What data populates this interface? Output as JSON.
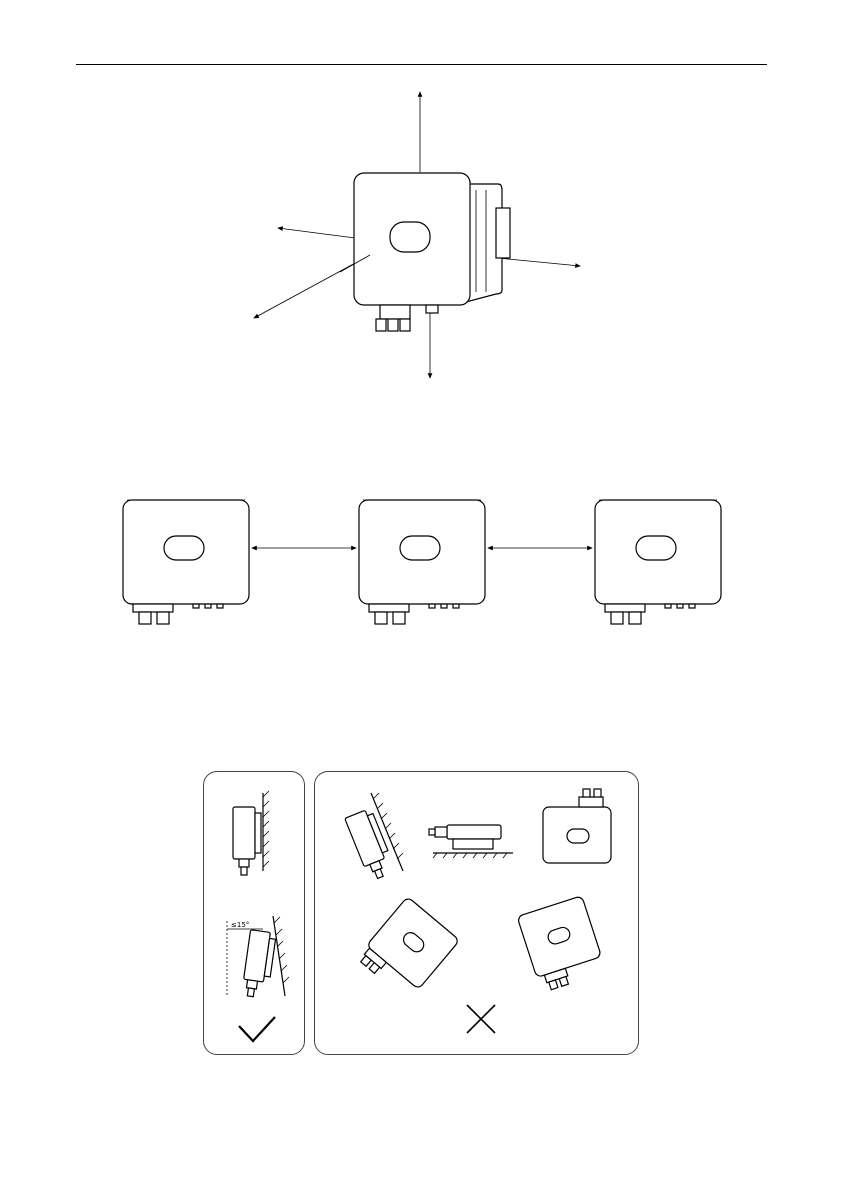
{
  "figures": {
    "clearance": {
      "arrow_directions": [
        "up",
        "down",
        "left",
        "right",
        "front"
      ]
    },
    "spacing": {
      "unit_count": 3
    },
    "orientation": {
      "correct_panel": {
        "tilt_label": "≤15°",
        "mark": "check-mark"
      },
      "incorrect_panel": {
        "mark": "cross-mark"
      }
    }
  }
}
